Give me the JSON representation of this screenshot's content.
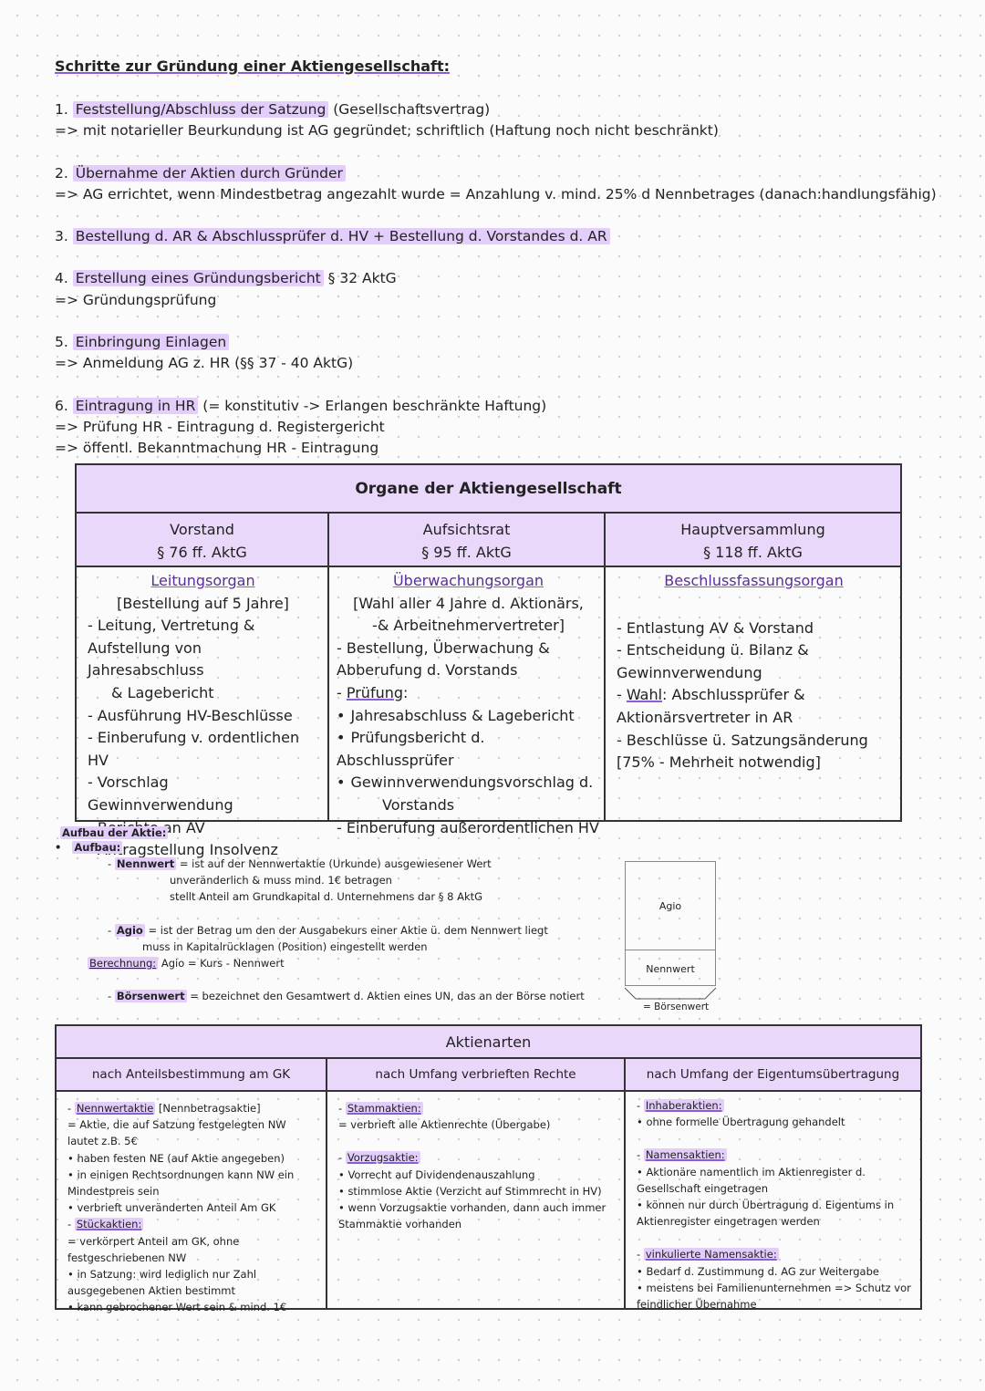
{
  "steps": {
    "title": "Schritte zur Gründung einer Aktiengesellschaft:",
    "items": [
      {
        "num": "1.",
        "head": "Feststellung/Abschluss der Satzung",
        "rest": " (Gesellschaftsvertrag)",
        "lines": [
          "=> mit notarieller Beurkundung ist AG gegründet; schriftlich (Haftung noch nicht beschränkt)"
        ]
      },
      {
        "num": "2.",
        "head": "Übernahme der Aktien durch Gründer",
        "rest": "",
        "lines": [
          "=> AG errichtet, wenn Mindestbetrag angezahlt wurde = Anzahlung v. mind. 25% d Nennbetrages (danach:handlungsfähig)"
        ]
      },
      {
        "num": "3.",
        "head": "Bestellung d. AR & Abschlussprüfer d. HV",
        "plus": " + ",
        "head2": "Bestellung d. Vorstandes d. AR",
        "rest": "",
        "lines": []
      },
      {
        "num": "4.",
        "head": "Erstellung eines Gründungsbericht",
        "rest": " § 32 AktG",
        "lines": [
          "=> Gründungsprüfung"
        ]
      },
      {
        "num": "5.",
        "head": "Einbringung Einlagen",
        "rest": "",
        "lines": [
          "=> Anmeldung AG z. HR (§§ 37 - 40 AktG)"
        ]
      },
      {
        "num": "6.",
        "head": "Eintragung in HR",
        "rest": " (= konstitutiv -> Erlangen beschränkte Haftung)",
        "lines": [
          "=> Prüfung HR - Eintragung d. Registergericht",
          "=> öffentl. Bekanntmachung HR - Eintragung"
        ]
      }
    ]
  },
  "organe": {
    "title": "Organe der Aktiengesellschaft",
    "vorstand": {
      "name": "Vorstand",
      "law": "§ 76 ff. AktG",
      "role": "Leitungsorgan",
      "sub": "[Bestellung auf 5 Jahre]",
      "items": [
        "- Leitung, Vertretung &",
        "Aufstellung von Jahresabschluss",
        "   & Lagebericht",
        "- Ausführung HV-Beschlüsse",
        "- Einberufung v. ordentlichen HV",
        "- Vorschlag Gewinnverwendung",
        "- Berichte an AV",
        "- Antragstellung Insolvenz"
      ]
    },
    "aufsichtsrat": {
      "name": "Aufsichtsrat",
      "law": "§ 95 ff. AktG",
      "role": "Überwachungsorgan",
      "sub1": "[Wahl aller 4 Jahre d. Aktionärs,",
      "sub2": "-& Arbeitnehmervertreter]",
      "l1": "- Bestellung, Überwachung &",
      "l2": "Abberufung d. Vorstands",
      "pruefung": "Prüfung",
      "b1": "Jahresabschluss & Lagebericht",
      "b2": "Prüfungsbericht d. Abschlussprüfer",
      "b3a": "Gewinnverwendungsvorschlag d.",
      "b3b": "Vorstands",
      "last": "- Einberufung außerordentlichen HV"
    },
    "hv": {
      "name": "Hauptversammlung",
      "law": "§ 118 ff. AktG",
      "role": "Beschlussfassungsorgan",
      "l1": "- Entlastung AV & Vorstand",
      "l2": "- Entscheidung ü. Bilanz &",
      "l3": "Gewinnverwendung",
      "wahl": "Wahl",
      "l4": ": Abschlussprüfer &",
      "l5": "Aktionärsvertreter in AR",
      "l6": "- Beschlüsse ü. Satzungsänderung",
      "l7": "[75% - Mehrheit notwendig]"
    }
  },
  "aufbau": {
    "title": "Aufbau der Aktie:",
    "bullet": "Aufbau:",
    "nennwert_label": "Nennwert",
    "nennwert_1": " = ist auf der Nennwertaktie (Urkunde) ausgewiesener Wert",
    "nennwert_2": "unveränderlich & muss mind. 1€ betragen",
    "nennwert_3": "stellt Anteil am Grundkapital d. Unternehmens dar § 8 AktG",
    "agio_label": "Agio",
    "agio_1": " = ist der Betrag um den der Ausgabekurs einer Aktie ü. dem Nennwert liegt",
    "agio_2": "muss in Kapitalrücklagen (Position) eingestellt werden",
    "berechnung_label": "Berechnung:",
    "berechnung": " Agio = Kurs - Nennwert",
    "boersenwert_label": "Börsenwert",
    "boersenwert": " = bezeichnet den Gesamtwert d. Aktien eines UN, das an der Börse notiert",
    "box_agio": "Agio",
    "box_nennwert": "Nennwert",
    "box_sum": "= Börsenwert"
  },
  "arten": {
    "title": "Aktienarten",
    "col1": {
      "head": "nach Anteilsbestimmung am GK",
      "t1": "Nennwertaktie",
      "t1b": " [Nennbetragsaktie]",
      "lines1": [
        "= Aktie, die auf Satzung festgelegten NW",
        "lautet z.B. 5€",
        "• haben festen NE (auf Aktie angegeben)",
        "• in einigen Rechtsordnungen kann NW ein",
        "Mindestpreis sein",
        "• verbrieft unveränderten Anteil Am GK"
      ],
      "t2": "Stückaktien:",
      "lines2": [
        "= verkörpert Anteil am GK, ohne",
        "festgeschriebenen NW",
        "• in Satzung: wird lediglich nur Zahl",
        "ausgegebenen Aktien bestimmt",
        "• kann gebrochener Wert sein & mind. 1€"
      ]
    },
    "col2": {
      "head": "nach Umfang verbrieften Rechte",
      "t1": "Stammaktien:",
      "lines1": [
        "= verbrieft alle Aktienrechte (Übergabe)"
      ],
      "t2": "Vorzugsaktie:",
      "lines2": [
        "• Vorrecht auf Dividendenauszahlung",
        "• stimmlose Aktie (Verzicht auf Stimmrecht in HV)",
        "• wenn Vorzugsaktie vorhanden, dann auch immer",
        "Stammaktie vorhanden"
      ]
    },
    "col3": {
      "head": "nach Umfang der Eigentumsübertragung",
      "t1": "Inhaberaktien:",
      "lines1": [
        "• ohne formelle Übertragung gehandelt"
      ],
      "t2": "Namensaktien:",
      "lines2": [
        "• Aktionäre namentlich im Aktienregister d.",
        "Gesellschaft eingetragen",
        "• können nur durch Übertragung d. Eigentums in",
        "Aktienregister eingetragen werden"
      ],
      "t3": "vinkulierte Namensaktie:",
      "lines3": [
        "• Bedarf d. Zustimmung d. AG zur Weitergabe",
        "• meistens bei Familienunternehmen => Schutz vor",
        "feindlicher Übernahme"
      ]
    }
  }
}
